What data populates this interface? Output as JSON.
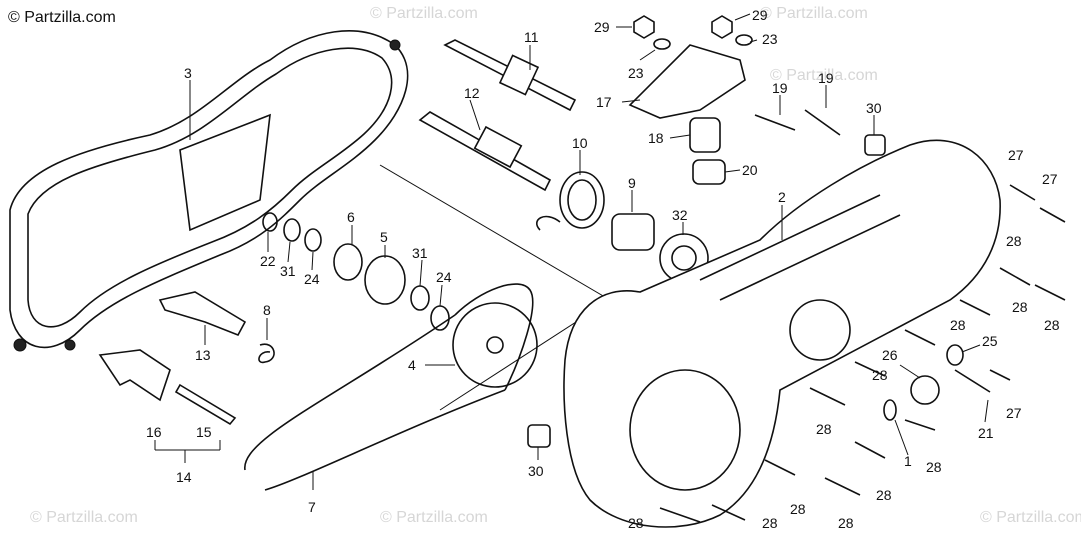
{
  "brand": {
    "copyright_text": "© Partzilla.com",
    "watermark_text": "© Partzilla.com"
  },
  "colors": {
    "ink": "#111111",
    "watermark": "#d6d6d6",
    "background": "#ffffff"
  },
  "callouts": {
    "c1": "1",
    "c2": "2",
    "c3": "3",
    "c4": "4",
    "c5": "5",
    "c6": "6",
    "c7": "7",
    "c8": "8",
    "c9": "9",
    "c10": "10",
    "c11": "11",
    "c12": "12",
    "c13": "13",
    "c14": "14",
    "c15": "15",
    "c16": "16",
    "c17": "17",
    "c18": "18",
    "c19": "19",
    "c20": "20",
    "c21": "21",
    "c22": "22",
    "c23a": "23",
    "c23b": "23",
    "c24a": "24",
    "c24b": "24",
    "c25": "25",
    "c26": "26",
    "c27a": "27",
    "c27b": "27",
    "c27c": "27",
    "c28a": "28",
    "c28b": "28",
    "c28c": "28",
    "c28d": "28",
    "c28e": "28",
    "c28f": "28",
    "c28g": "28",
    "c28h": "28",
    "c28i": "28",
    "c28j": "28",
    "c28k": "28",
    "c28l": "28",
    "c29a": "29",
    "c29b": "29",
    "c30a": "30",
    "c30b": "30",
    "c31a": "31",
    "c31b": "31",
    "c32": "32"
  }
}
